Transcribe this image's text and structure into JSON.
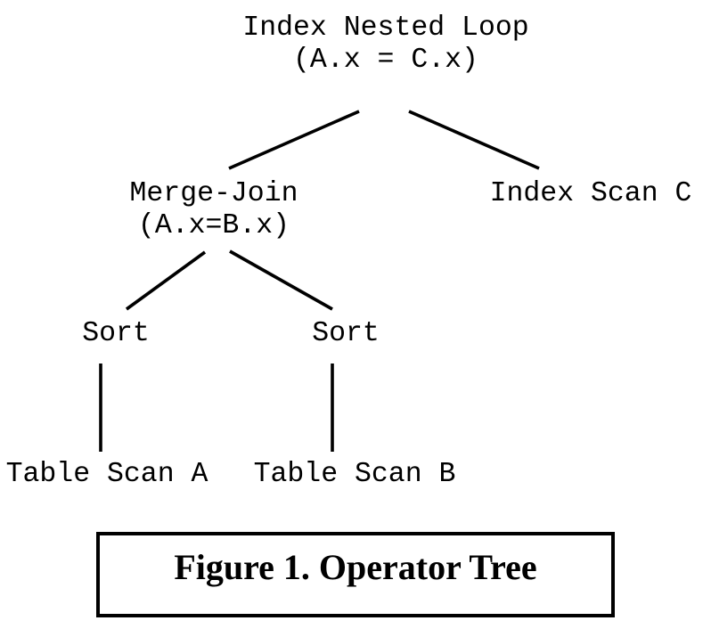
{
  "figure": {
    "caption": "Figure 1. Operator Tree"
  },
  "tree": {
    "nodes": {
      "root": {
        "label": "Index Nested Loop",
        "predicate": "(A.x = C.x)"
      },
      "merge_join": {
        "label": "Merge-Join",
        "predicate": "(A.x=B.x)"
      },
      "index_scan_c": {
        "label": "Index Scan C"
      },
      "sort_a": {
        "label": "Sort"
      },
      "sort_b": {
        "label": "Sort"
      },
      "table_scan_a": {
        "label": "Table Scan A"
      },
      "table_scan_b": {
        "label": "Table Scan B"
      }
    },
    "edges": [
      {
        "from": "root",
        "to": "merge_join"
      },
      {
        "from": "root",
        "to": "index_scan_c"
      },
      {
        "from": "merge_join",
        "to": "sort_a"
      },
      {
        "from": "merge_join",
        "to": "sort_b"
      },
      {
        "from": "sort_a",
        "to": "table_scan_a"
      },
      {
        "from": "sort_b",
        "to": "table_scan_b"
      }
    ]
  },
  "colors": {
    "background": "#ffffff",
    "text": "#000000",
    "line": "#000000"
  }
}
